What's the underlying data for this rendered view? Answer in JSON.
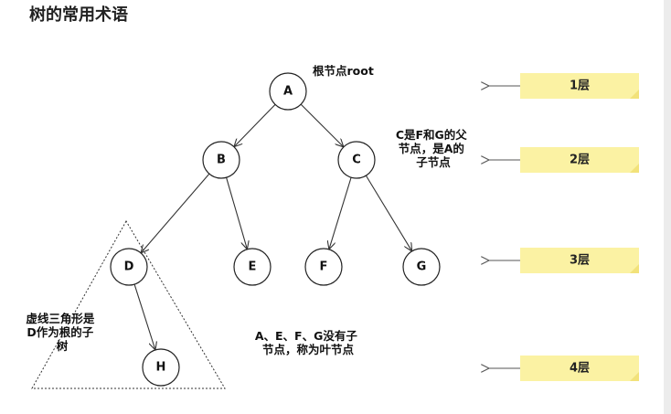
{
  "title": "树的常用术语",
  "nodes": [
    {
      "id": "A",
      "label": "A"
    },
    {
      "id": "B",
      "label": "B"
    },
    {
      "id": "C",
      "label": "C"
    },
    {
      "id": "D",
      "label": "D"
    },
    {
      "id": "E",
      "label": "E"
    },
    {
      "id": "F",
      "label": "F"
    },
    {
      "id": "G",
      "label": "G"
    },
    {
      "id": "H",
      "label": "H"
    }
  ],
  "edges": [
    {
      "from": "A",
      "to": "B"
    },
    {
      "from": "A",
      "to": "C"
    },
    {
      "from": "B",
      "to": "D"
    },
    {
      "from": "B",
      "to": "E"
    },
    {
      "from": "C",
      "to": "F"
    },
    {
      "from": "C",
      "to": "G"
    },
    {
      "from": "D",
      "to": "H"
    }
  ],
  "levels": [
    "1层",
    "2层",
    "3层",
    "4层"
  ],
  "annotations": {
    "root": "根节点root",
    "parent_lines": [
      "C是F和G的父",
      "节点，是A的",
      "子节点"
    ],
    "subtree_lines": [
      "虚线三角形是",
      "D作为根的子",
      "树"
    ],
    "leaf_lines": [
      "A、E、F、G没有子",
      "节点，称为叶节点"
    ]
  }
}
